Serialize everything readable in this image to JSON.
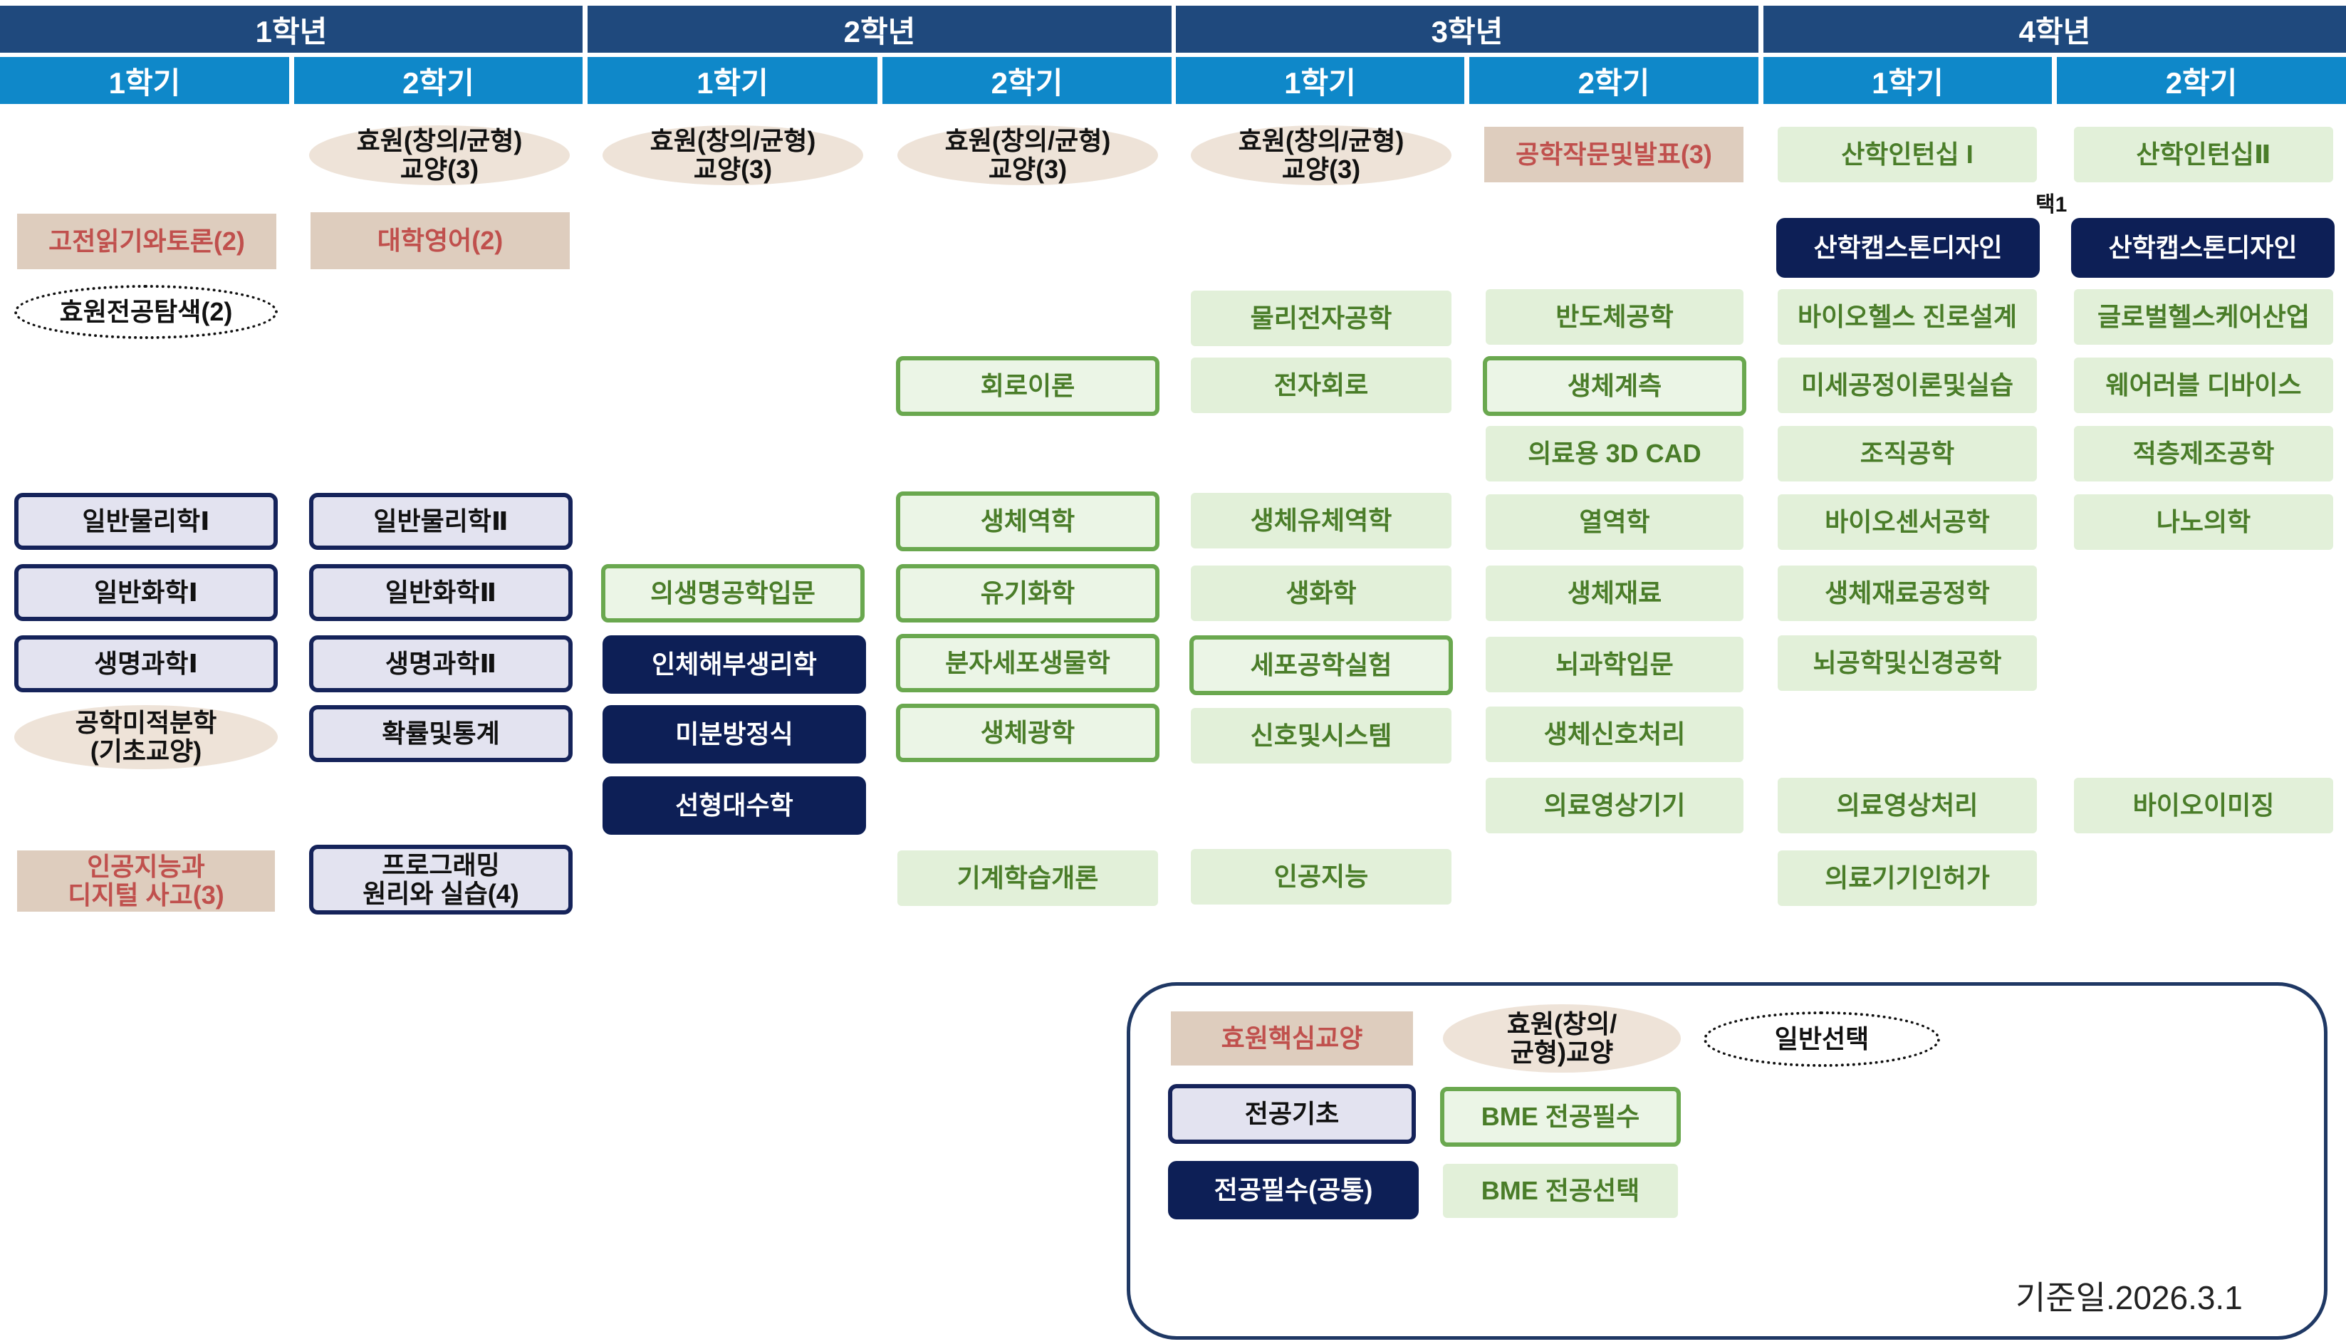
{
  "years": [
    "1학년",
    "2학년",
    "3학년",
    "4학년"
  ],
  "semesters": [
    "1학기",
    "2학기",
    "1학기",
    "2학기",
    "1학기",
    "2학기",
    "1학기",
    "2학기"
  ],
  "courses": {
    "y1s1": {
      "core1": "고전읽기와토론(2)",
      "explore": "효원전공탐색(2)",
      "phys": "일반물리학Ⅰ",
      "chem": "일반화학Ⅰ",
      "bio": "생명과학Ⅰ",
      "calc": "공학미적분학\n(기초교양)",
      "ai": "인공지능과\n디지털 사고(3)"
    },
    "y1s2": {
      "gen": "효원(창의/균형)\n교양(3)",
      "eng": "대학영어(2)",
      "phys": "일반물리학Ⅱ",
      "chem": "일반화학Ⅱ",
      "bio": "생명과학Ⅱ",
      "prob": "확률및통계",
      "prog": "프로그래밍\n원리와 실습(4)"
    },
    "y2s1": {
      "gen": "효원(창의/균형)\n교양(3)",
      "intro": "의생명공학입문",
      "anat": "인체해부생리학",
      "diff": "미분방정식",
      "linalg": "선형대수학"
    },
    "y2s2": {
      "gen": "효원(창의/균형)\n교양(3)",
      "circuit": "회로이론",
      "biomech": "생체역학",
      "orgchem": "유기화학",
      "molbio": "분자세포생물학",
      "optics": "생체광학",
      "ml": "기계학습개론"
    },
    "y3s1": {
      "gen": "효원(창의/균형)\n교양(3)",
      "physelec": "물리전자공학",
      "elec": "전자회로",
      "fluid": "생체유체역학",
      "biochem": "생화학",
      "celllab": "세포공학실험",
      "signal": "신호및시스템",
      "ai": "인공지능"
    },
    "y3s2": {
      "writing": "공학작문및발표(3)",
      "semi": "반도체공학",
      "measure": "생체계측",
      "cad": "의료용 3D CAD",
      "thermo": "열역학",
      "material": "생체재료",
      "brain": "뇌과학입문",
      "biosignal": "생체신호처리",
      "imagingdev": "의료영상기기"
    },
    "y4s1": {
      "intern": "산학인턴십 I",
      "capstone": "산학캡스톤디자인",
      "career": "바이오헬스 진로설계",
      "micro": "미세공정이론및실습",
      "tissue": "조직공학",
      "sensor": "바이오센서공학",
      "matproc": "생체재료공정학",
      "neuro": "뇌공학및신경공학",
      "imgproc": "의료영상처리",
      "approval": "의료기기인허가"
    },
    "y4s2": {
      "intern": "산학인턴십Ⅱ",
      "capstone": "산학캡스톤디자인",
      "global": "글로벌헬스케어산업",
      "wearable": "웨어러블 디바이스",
      "additive": "적층제조공학",
      "nano": "나노의학",
      "bioimg": "바이오이미징"
    }
  },
  "choose_note": "택1",
  "legend": {
    "core": "효원핵심교양",
    "gen": "효원(창의/\n균형)교양",
    "select": "일반선택",
    "basic": "전공기초",
    "bme_req": "BME 전공필수",
    "common": "전공필수(공통)",
    "bme_opt": "BME 전공선택",
    "date": "기준일.2026.3.1"
  },
  "colors": {
    "year_header": "#1f497d",
    "semester_header": "#0f88c9",
    "core_text": "#c0504d",
    "green_text": "#4a7d29",
    "navy": "#0d1f56"
  }
}
